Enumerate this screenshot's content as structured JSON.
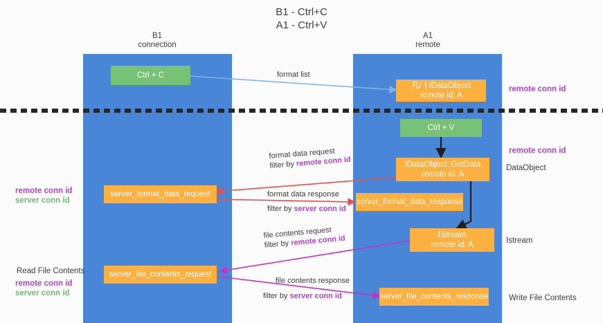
{
  "title": {
    "line1": "B1 - Ctrl+C",
    "line2": "A1 - Ctrl+V"
  },
  "columns": [
    {
      "name": "B1",
      "role": "connection"
    },
    {
      "name": "A1",
      "role": "remote"
    }
  ],
  "boxes": {
    "ctrl_c": "Ctrl + C",
    "idataobject_title": "凡/ㅓIDataObject",
    "idataobject_sub": "remote id: A",
    "ctrl_v": "Ctrl + V",
    "getdata_title": "IDataObject::GetData",
    "getdata_sub": "remote id: A",
    "server_format_data_request": "server_format_data_request",
    "server_format_data_response": "server_format_data_response",
    "istream_title": "IStream",
    "istream_sub": "remote id: A",
    "server_file_contents_request": "server_file_contents_request",
    "server_file_contents_response": "server_file_contents_response"
  },
  "edges": {
    "format_list": "format list",
    "format_data_request": "format data request",
    "format_data_request_filter_prefix": "filter by ",
    "format_data_request_filter_key": "remote conn id",
    "format_data_response": "format data response",
    "format_data_response_filter_prefix": "filter by ",
    "format_data_response_filter_key": "server conn id",
    "file_contents_request": "file contents request",
    "file_contents_request_filter_prefix": "filter by ",
    "file_contents_request_filter_key": "remote conn id",
    "file_contents_response": "file contents response",
    "file_contents_response_filter_prefix": "filter by ",
    "file_contents_response_filter_key": "server conn id"
  },
  "annotations": {
    "right_remote_conn_id_top": "remote conn id",
    "right_remote_conn_id_mid": "remote conn id",
    "right_dataobject": "DataObject",
    "right_istream": "Istream",
    "right_write_file_contents": "Write File Contents",
    "left_remote_conn_id_mid": "remote conn id",
    "left_server_conn_id_mid": "server conn id",
    "left_read_file_contents": "Read File Contents",
    "left_remote_conn_id_bottom": "remote conn id",
    "left_server_conn_id_bottom": "server conn id"
  },
  "colors": {
    "lane": "#4a86d8",
    "green": "#78c278",
    "orange": "#fbb040",
    "purple": "#b045c8",
    "green_text": "#74bb74",
    "red_arrow": "#e8514b",
    "magenta_arrow": "#c72fc7",
    "blue_arrow": "#7fb4e8",
    "black_arrow": "#202020"
  }
}
